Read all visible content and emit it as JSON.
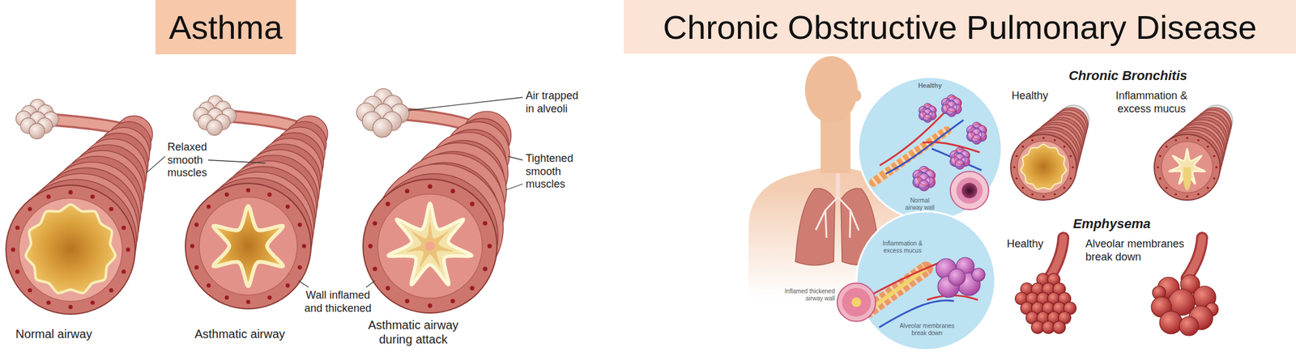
{
  "diagram": {
    "nodes": [
      {
        "text": [
          "Asthma"
        ]
      },
      {
        "text": [
          "Chronic Obstructive Pulmonary Disease"
        ]
      },
      {
        "text": [
          "Healthy",
          "Normal airway wall"
        ]
      },
      {
        "text": [
          "Inflammation & excess mucus",
          "Alveolar membranes break down"
        ]
      }
    ],
    "labels": [
      "Relaxed smooth muscles",
      "Air trapped in alveoli",
      "Tightened smooth muscles",
      "Wall inflamed and thickened",
      "Normal airway",
      "Asthmatic airway",
      "Asthmatic airway during attack",
      "Inflamed thickened airway wall",
      "Chronic Bronchitis",
      "Healthy",
      "Inflammation & excess mucus",
      "Emphysema",
      "Healthy",
      "Alveolar membranes break down"
    ]
  }
}
